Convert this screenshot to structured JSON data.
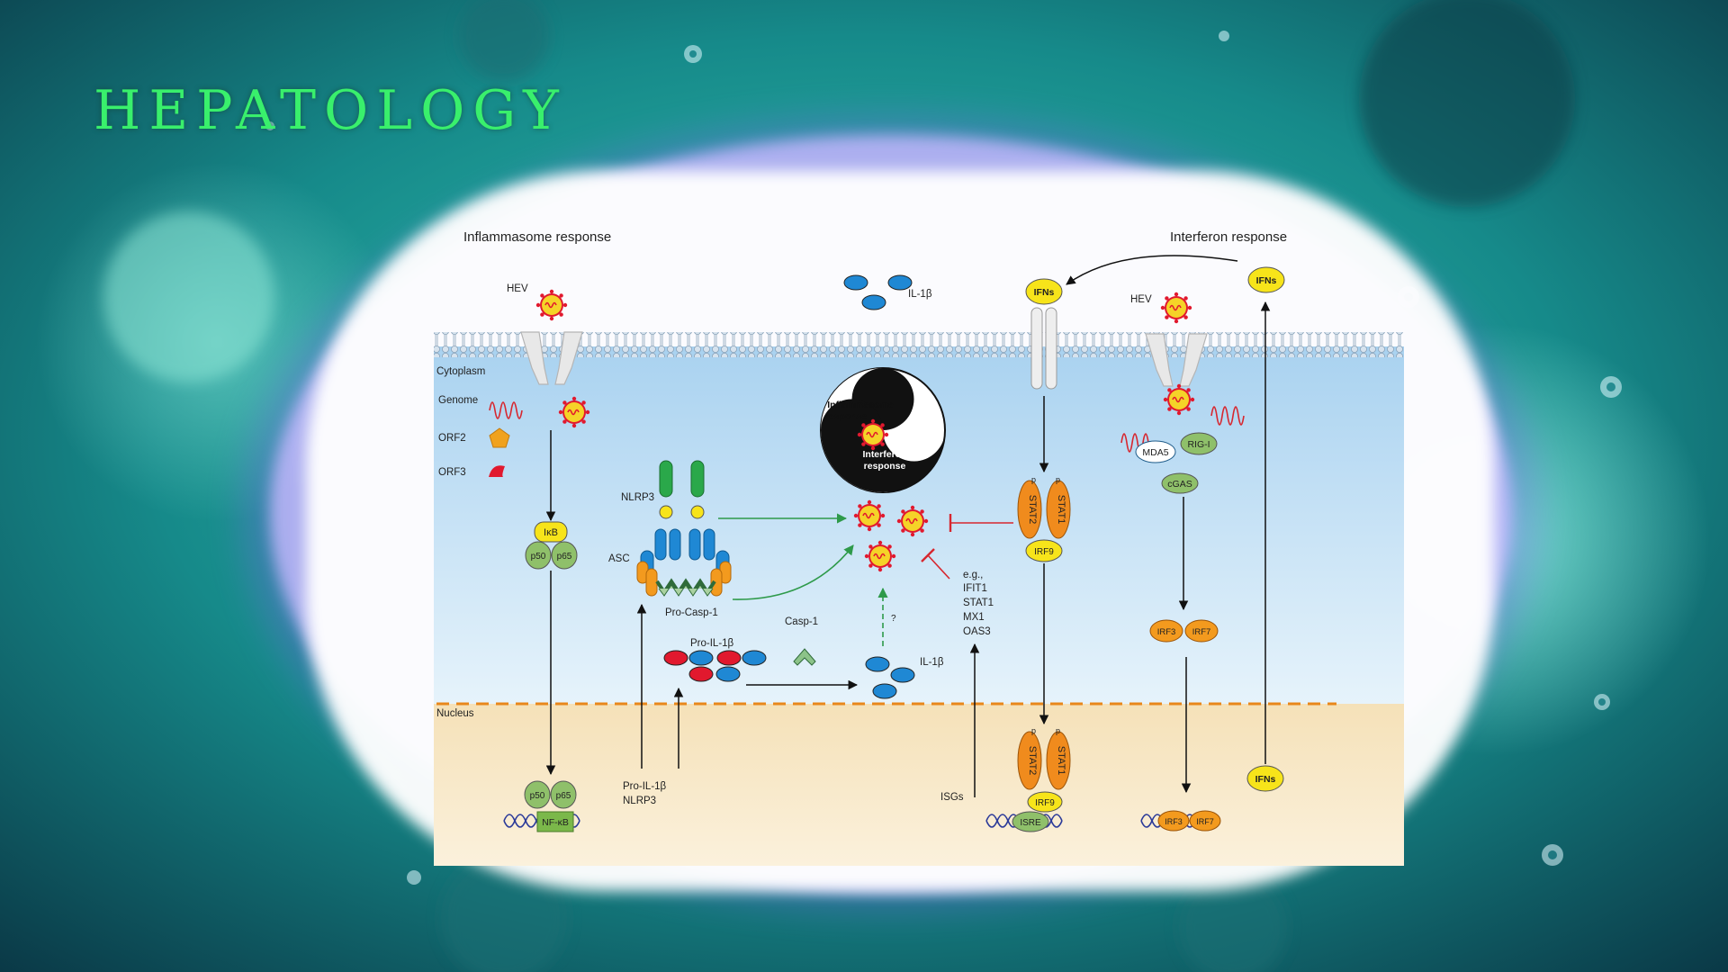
{
  "journal": "HEPATOLOGY",
  "colors": {
    "membrane": "#7aa7d6",
    "cytoplasm": "#b9dcf2",
    "nucleus": "#f3e3c0",
    "virus": "#f5d328",
    "virus_dot": "#e1192e",
    "arrow_green": "#2e9a4a",
    "inhibit_red": "#d7262e",
    "node_yellow": "#f7e41a",
    "node_green": "#8fc06a",
    "stat_orange": "#f08b1d"
  },
  "panels": {
    "left_title": "Inflammasome response",
    "right_title": "Interferon response"
  },
  "compartments": {
    "cytoplasm": "Cytoplasm",
    "nucleus": "Nucleus"
  },
  "legend": {
    "genome": "Genome",
    "orf2": "ORF2",
    "orf3": "ORF3"
  },
  "labels": {
    "hev": "HEV",
    "il1b": "IL-1β",
    "ikb": "IκB",
    "p50": "p50",
    "p65": "p65",
    "nfkb": "NF-κB",
    "nlrp3": "NLRP3",
    "asc": "ASC",
    "pro_casp1": "Pro-Casp-1",
    "casp1": "Casp-1",
    "pro_il1b": "Pro-IL-1β",
    "question": "?",
    "nucleus_targets_1": "Pro-IL-1β",
    "nucleus_targets_2": "NLRP3",
    "yin_top_1": "Inflammasome",
    "yin_top_2": "response",
    "yin_bottom_1": "Interferon",
    "yin_bottom_2": "response",
    "ifns": "IFNs",
    "stat2": "STAT2",
    "stat1": "STAT1",
    "p": "p",
    "irf9": "IRF9",
    "isre": "ISRE",
    "isgs": "ISGs",
    "eg": "e.g.,",
    "ifit1": "IFIT1",
    "stat1_gene": "STAT1",
    "mx1": "MX1",
    "oas3": "OAS3",
    "mda5": "MDA5",
    "rigi": "RIG-I",
    "cgas": "cGAS",
    "irf3": "IRF3",
    "irf7": "IRF7"
  }
}
